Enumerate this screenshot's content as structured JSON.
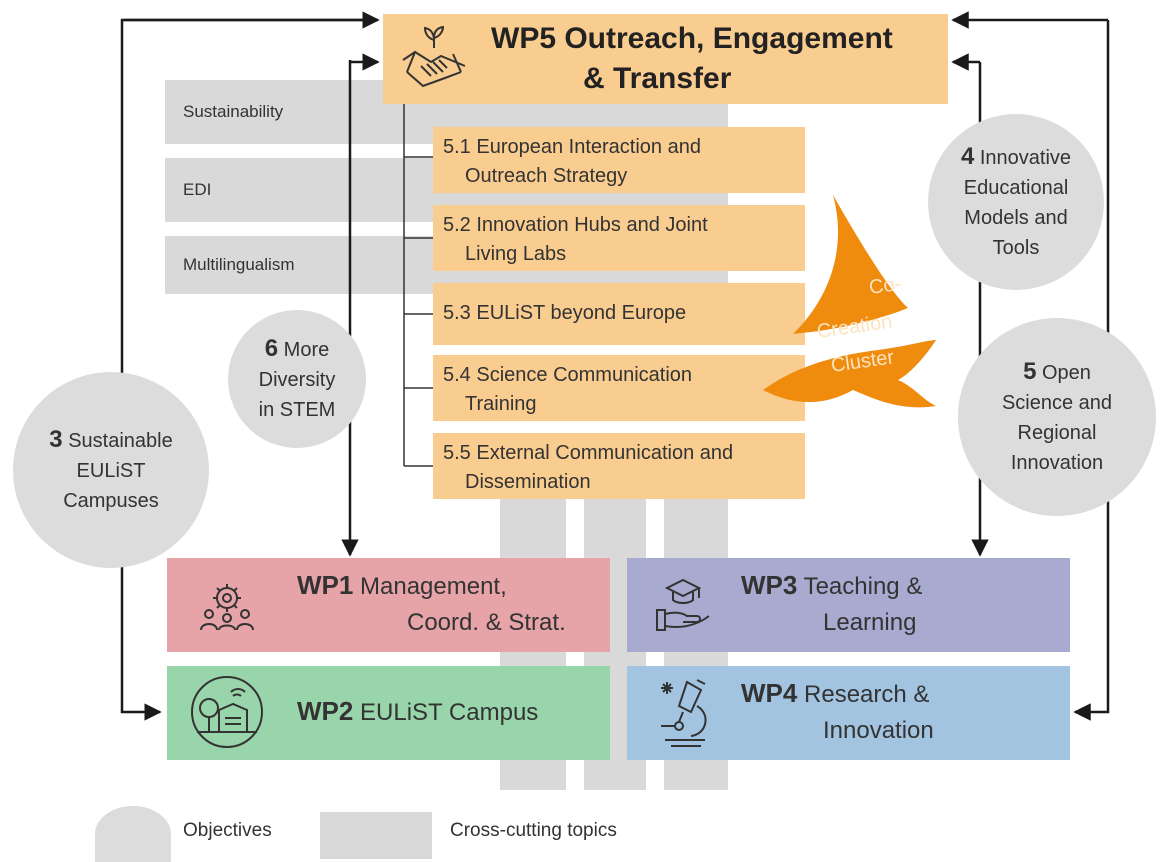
{
  "wp5": {
    "title_bold": "WP5",
    "title_rest": " Outreach, Engagement",
    "title_line2": "& Transfer",
    "icon": "handshake-plant-icon"
  },
  "topics": [
    "Sustainability",
    "EDI",
    "Multilingualism"
  ],
  "tasks": [
    {
      "line1": "5.1 European Interaction and",
      "line2": "Outreach Strategy"
    },
    {
      "line1": "5.2 Innovation Hubs and Joint",
      "line2": "Living Labs"
    },
    {
      "line1": "5.3 EULiST beyond Europe",
      "line2": ""
    },
    {
      "line1": "5.4 Science Communication",
      "line2": "Training"
    },
    {
      "line1": "5.5 External Communication and",
      "line2": "Dissemination"
    }
  ],
  "sail": {
    "line1": "Co-",
    "line2": "Creation",
    "line3": "Cluster"
  },
  "objectives": {
    "obj3": {
      "num": "3",
      "line1": " Sustainable",
      "line2": "EULiST",
      "line3": "Campuses"
    },
    "obj4": {
      "num": "4",
      "line1": " Innovative",
      "line2": "Educational",
      "line3": "Models and",
      "line4": "Tools"
    },
    "obj5": {
      "num": "5",
      "line1": " Open",
      "line2": "Science and",
      "line3": "Regional",
      "line4": "Innovation"
    },
    "obj6": {
      "num": "6",
      "line1": " More",
      "line2": "Diversity",
      "line3": "in STEM"
    }
  },
  "wp1": {
    "bold": "WP1",
    "line1": " Management,",
    "line2": "Coord. & Strat.",
    "icon": "gear-team-icon",
    "color": "#e7a4a8"
  },
  "wp2": {
    "bold": "WP2",
    "line1": " EULiST Campus",
    "icon": "campus-icon",
    "color": "#98d5ab"
  },
  "wp3": {
    "bold": "WP3",
    "line1": " Teaching &",
    "line2": "Learning",
    "icon": "graduation-hand-icon",
    "color": "#a9aad0"
  },
  "wp4": {
    "bold": "WP4",
    "line1": " Research &",
    "line2": "Innovation",
    "icon": "microscope-icon",
    "color": "#a3c4e0"
  },
  "legend": {
    "objectives": "Objectives",
    "crosscutting": "Cross-cutting topics"
  },
  "colors": {
    "orange": "#f9cc8f",
    "sail": "#ef8c0e",
    "grey": "#d9d9d9",
    "circle": "#dcdcdc"
  }
}
